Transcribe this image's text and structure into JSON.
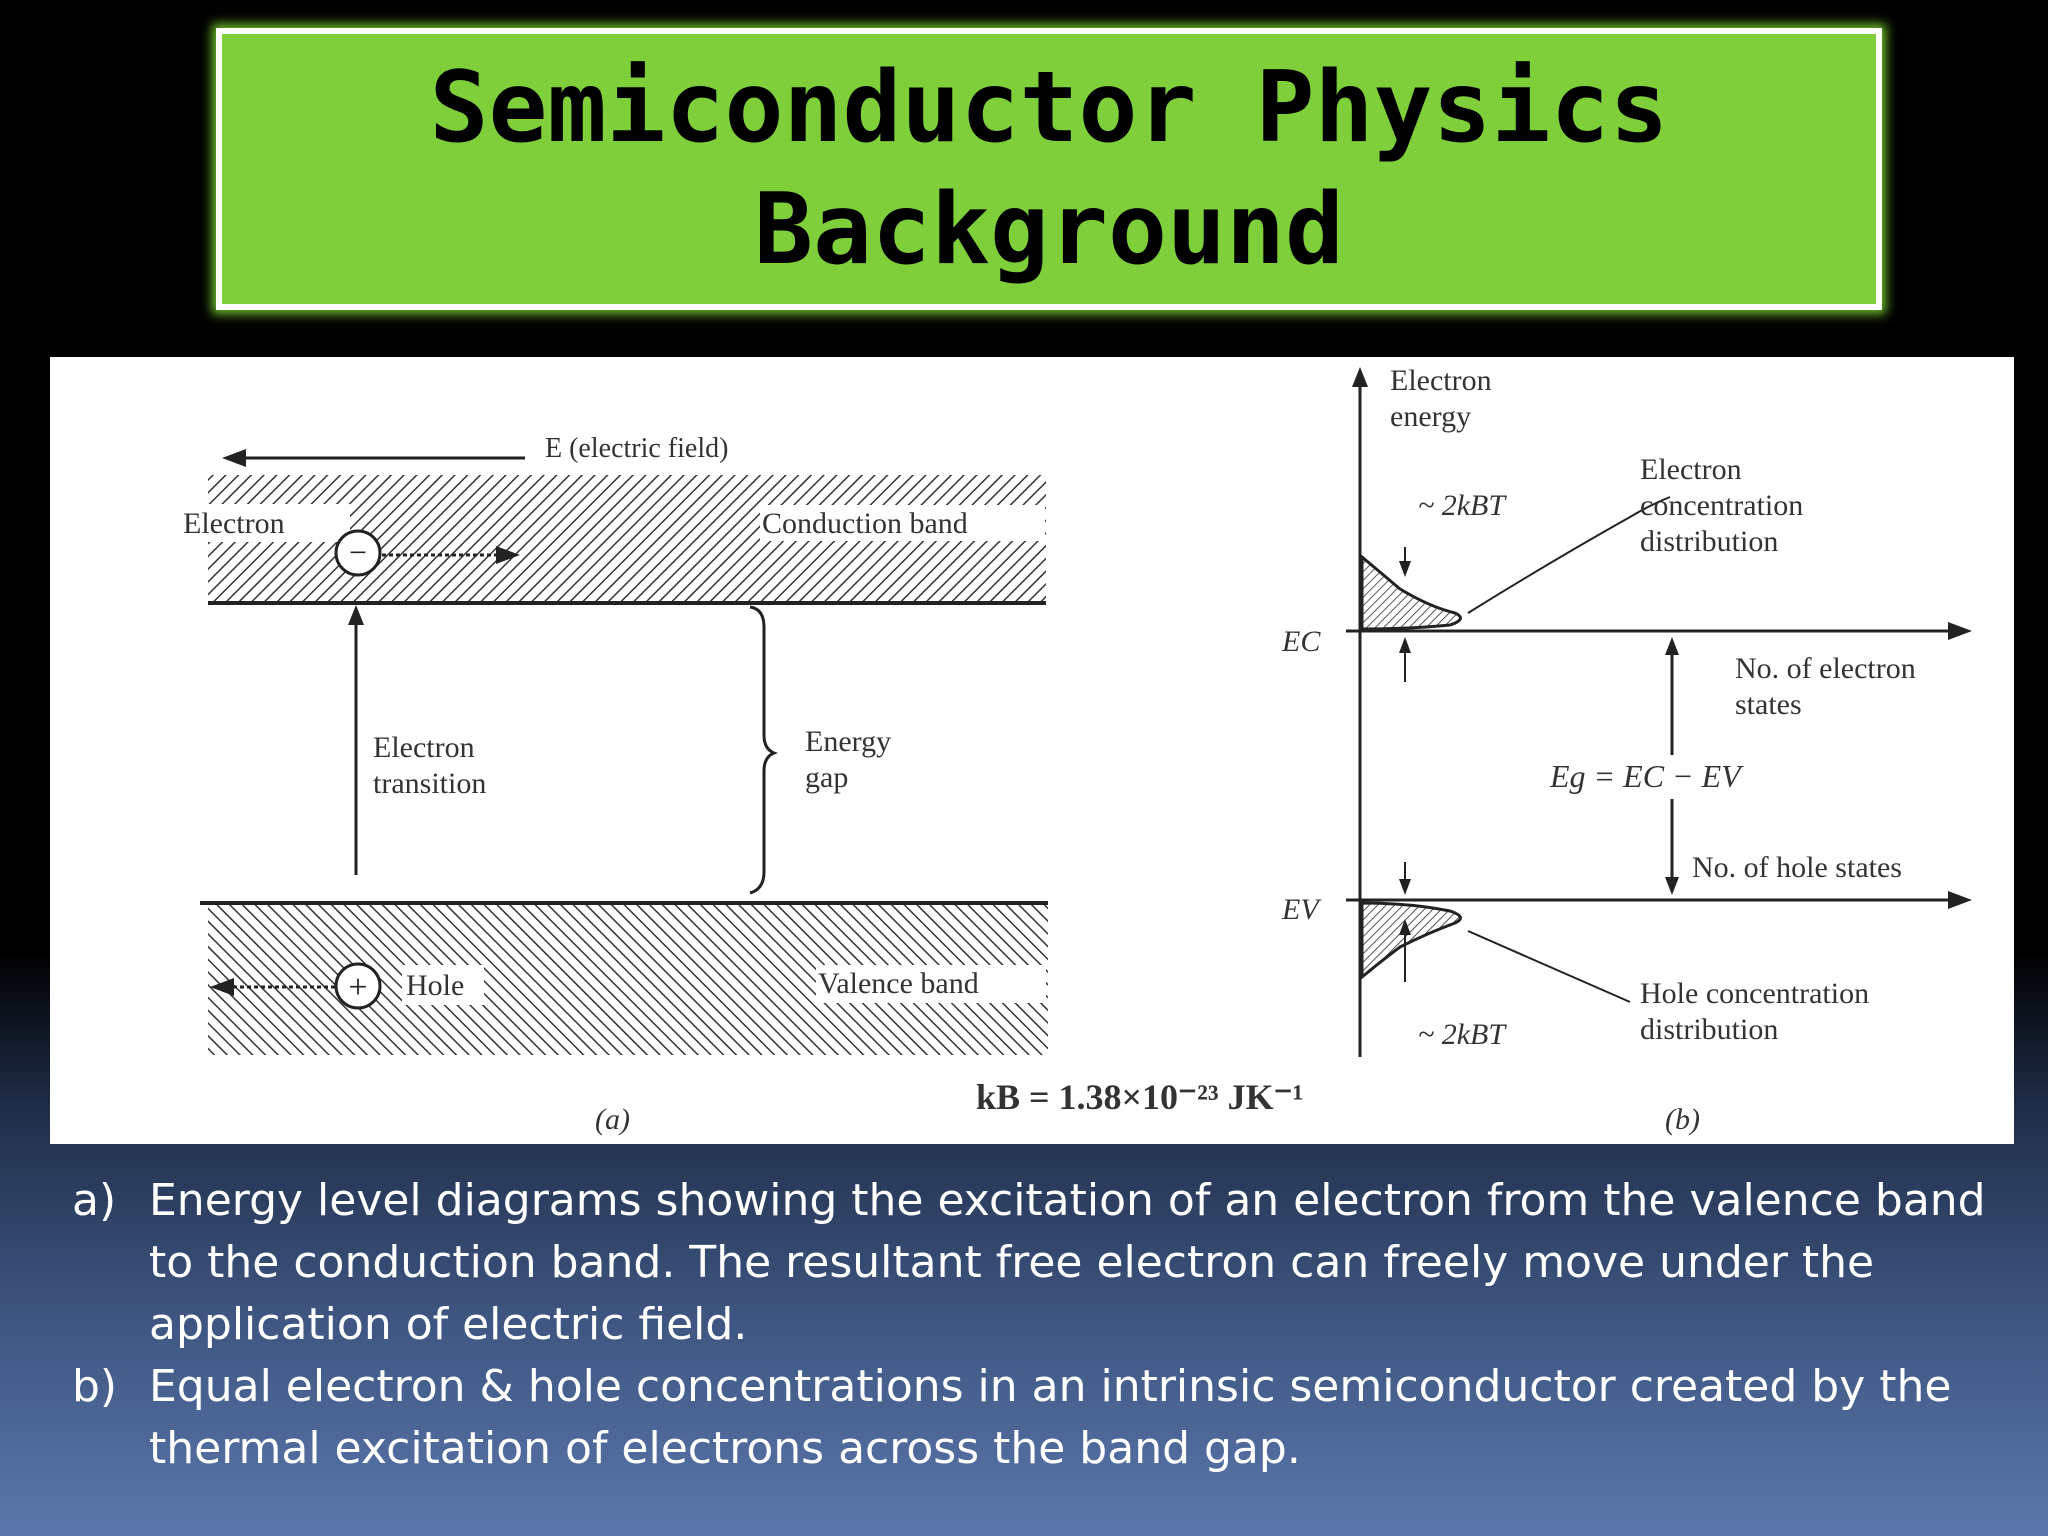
{
  "title": {
    "line1": "Semiconductor Physics",
    "line2": "Background"
  },
  "diagram_a": {
    "field_label": "E (electric field)",
    "electron_label": "Electron",
    "conduction_label": "Conduction band",
    "transition_label_1": "Electron",
    "transition_label_2": "transition",
    "gap_label_1": "Energy",
    "gap_label_2": "gap",
    "hole_label": "Hole",
    "valence_label": "Valence band",
    "panel_label": "(a)",
    "electron_symbol": "−",
    "hole_symbol": "+"
  },
  "diagram_b": {
    "axis_label_1": "Electron",
    "axis_label_2": "energy",
    "kt_top": "~ 2kBT",
    "kt_bottom": "~ 2kBT",
    "ec_label": "EC",
    "ev_label": "EV",
    "electron_conc_1": "Electron",
    "electron_conc_2": "concentration",
    "electron_conc_3": "distribution",
    "electron_states_1": "No. of electron",
    "electron_states_2": "states",
    "gap_equation": "Eg = EC − EV",
    "hole_states": "No. of hole states",
    "hole_conc_1": "Hole concentration",
    "hole_conc_2": "distribution",
    "panel_label": "(b)"
  },
  "constant": "kB = 1.38×10⁻²³ JK⁻¹",
  "captions": [
    {
      "marker": "a)",
      "text": "Energy level diagrams showing the excitation of an electron from the valence band to the conduction band. The resultant free electron can freely move under the application of electric field."
    },
    {
      "marker": "b)",
      "text": "Equal electron & hole concentrations in an intrinsic semiconductor created by the thermal excitation of electrons across the band gap."
    }
  ]
}
